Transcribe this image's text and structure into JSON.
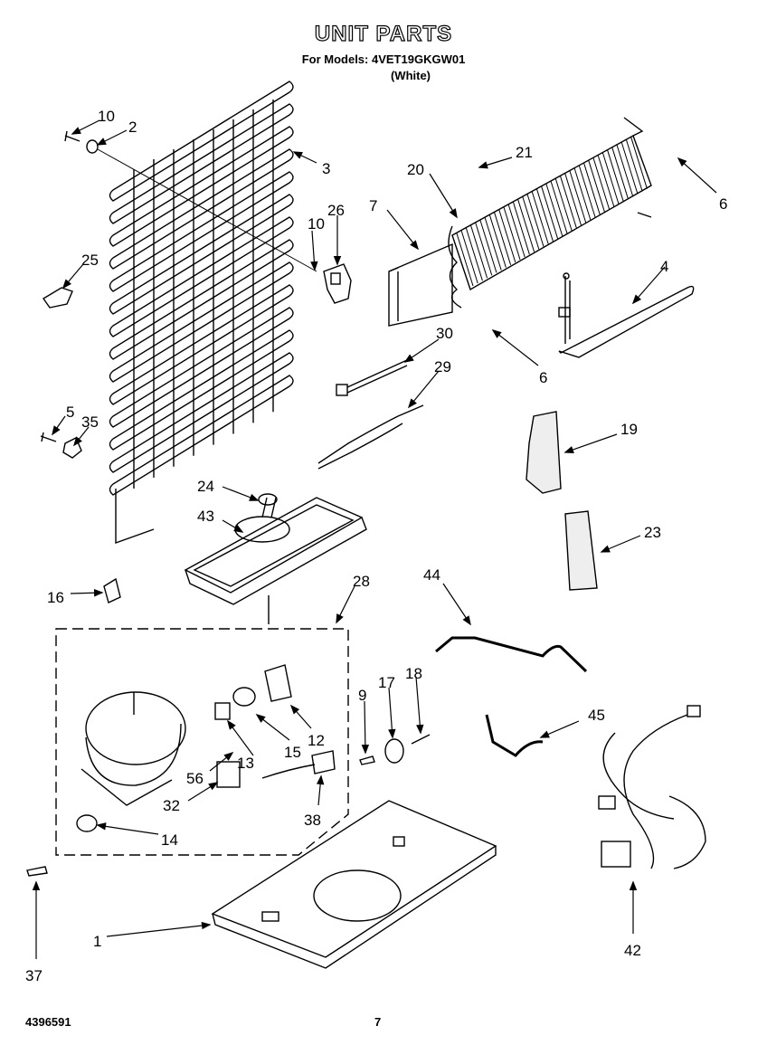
{
  "header": {
    "title": "UNIT PARTS",
    "models_line": "For Models: 4VET19GKGW01",
    "color_line": "(White)"
  },
  "footer": {
    "doc_number": "4396591",
    "page_number": "7"
  },
  "callouts": {
    "c10a": "10",
    "c2": "2",
    "c3": "3",
    "c10b": "10",
    "c26": "26",
    "c25": "25",
    "c5": "5",
    "c35": "35",
    "c21": "21",
    "c20": "20",
    "c7": "7",
    "c6a": "6",
    "c4": "4",
    "c6b": "6",
    "c30": "30",
    "c29": "29",
    "c19": "19",
    "c24": "24",
    "c43": "43",
    "c23": "23",
    "c16": "16",
    "c28": "28",
    "c44": "44",
    "c9": "9",
    "c17": "17",
    "c18": "18",
    "c12": "12",
    "c15": "15",
    "c13": "13",
    "c56": "56",
    "c32": "32",
    "c38": "38",
    "c14": "14",
    "c45": "45",
    "c1": "1",
    "c42": "42",
    "c37": "37"
  }
}
